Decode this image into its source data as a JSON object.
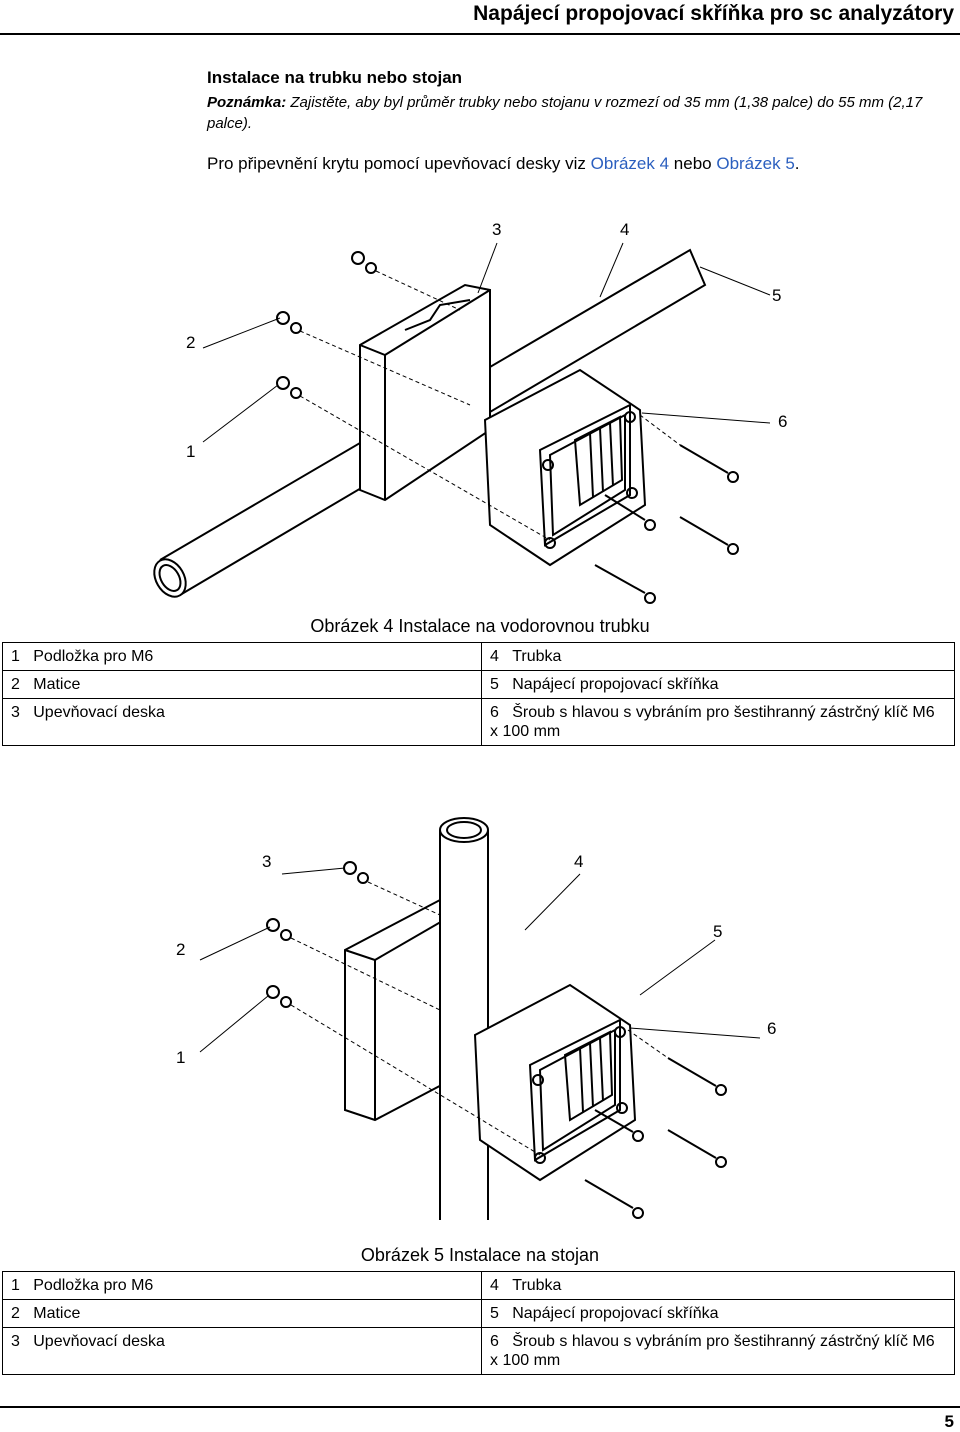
{
  "header": {
    "title": "Napájecí propojovací skříňka pro sc analyzátory"
  },
  "section": {
    "heading": "Instalace na trubku nebo stojan",
    "note_label": "Poznámka:",
    "note_text": " Zajistěte, aby byl průměr trubky nebo stojanu v rozmezí od 35 mm (1,38 palce) do 55 mm (2,17 palce).",
    "para_prefix": "Pro připevnění krytu pomocí upevňovací desky viz ",
    "link1": "Obrázek 4",
    "para_mid": " nebo ",
    "link2": "Obrázek 5",
    "para_suffix": "."
  },
  "figure4": {
    "callouts": [
      "1",
      "2",
      "3",
      "4",
      "5",
      "6"
    ],
    "caption": "Obrázek 4 Instalace na vodorovnou trubku",
    "legend": [
      {
        "n1": "1",
        "t1": "Podložka pro M6",
        "n2": "4",
        "t2": "Trubka"
      },
      {
        "n1": "2",
        "t1": "Matice",
        "n2": "5",
        "t2": "Napájecí propojovací skříňka"
      },
      {
        "n1": "3",
        "t1": "Upevňovací deska",
        "n2": "6",
        "t2": "Šroub s hlavou s vybráním pro šestihranný zástrčný klíč M6 x 100 mm"
      }
    ]
  },
  "figure5": {
    "callouts": [
      "1",
      "2",
      "3",
      "4",
      "5",
      "6"
    ],
    "caption": "Obrázek 5 Instalace na stojan",
    "legend": [
      {
        "n1": "1",
        "t1": "Podložka pro M6",
        "n2": "4",
        "t2": "Trubka"
      },
      {
        "n1": "2",
        "t1": "Matice",
        "n2": "5",
        "t2": "Napájecí propojovací skříňka"
      },
      {
        "n1": "3",
        "t1": "Upevňovací deska",
        "n2": "6",
        "t2": "Šroub s hlavou s vybráním pro šestihranný zástrčný klíč M6 x 100 mm"
      }
    ]
  },
  "footer": {
    "page_number": "5"
  }
}
